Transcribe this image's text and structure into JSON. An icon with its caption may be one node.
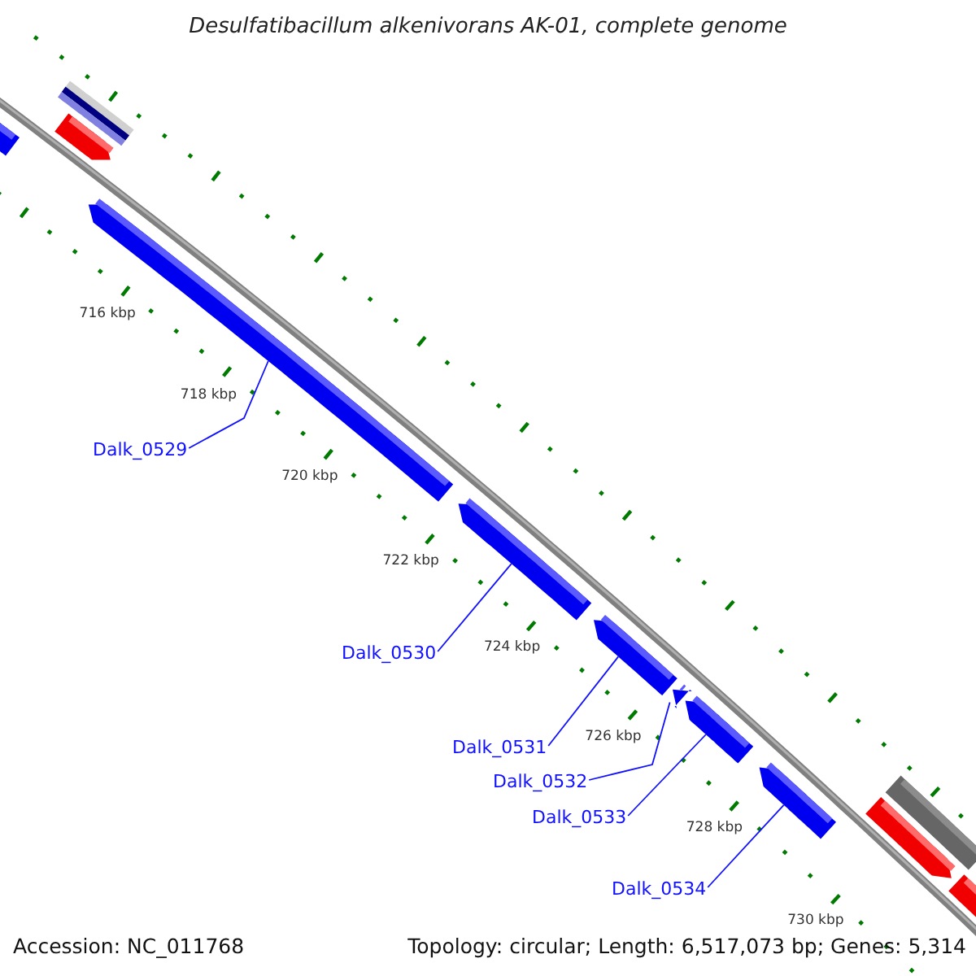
{
  "diagram": {
    "title": "Desulfatibacillum alkenivorans AK-01, complete genome",
    "nodes": [
      {
        "text": [
          "Dalk_0529"
        ]
      },
      {
        "text": [
          "Dalk_0530"
        ]
      },
      {
        "text": [
          "Dalk_0531"
        ]
      },
      {
        "text": [
          "Dalk_0532"
        ]
      },
      {
        "text": [
          "Dalk_0533"
        ]
      },
      {
        "text": [
          "Dalk_0534"
        ]
      },
      {
        "text": [],
        "shape": "arrow"
      },
      {
        "text": [],
        "shape": "arrow"
      },
      {
        "text": [],
        "shape": "arrow"
      },
      {
        "text": [],
        "shape": "arrow"
      },
      {
        "text": [],
        "shape": "arrow"
      },
      {
        "text": [],
        "shape": "arrow"
      }
    ],
    "edges": [
      {
        "from": 0,
        "to": 6,
        "arrow": "none"
      },
      {
        "from": 1,
        "to": 7,
        "arrow": "none"
      },
      {
        "from": 2,
        "to": 8,
        "arrow": "none"
      },
      {
        "from": 3,
        "to": 9,
        "arrow": "none"
      },
      {
        "from": 4,
        "to": 10,
        "arrow": "none"
      },
      {
        "from": 5,
        "to": 11,
        "arrow": "none"
      }
    ],
    "labels": [
      "716 kbp",
      "718 kbp",
      "720 kbp",
      "722 kbp",
      "724 kbp",
      "726 kbp",
      "728 kbp",
      "730 kbp",
      "Accession: NC_011768",
      "Topology: circular; Length: 6,517,073 bp; Genes: 5,314"
    ]
  }
}
